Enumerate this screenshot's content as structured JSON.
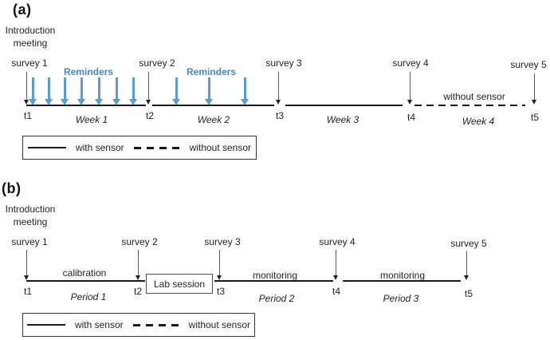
{
  "colors": {
    "reminder_text_blue": "#4a86c8",
    "reminder_arrow_blue": "#5b9bd5",
    "timeline_black": "#1a1a1a"
  },
  "legend": {
    "with_sensor": "with sensor",
    "without_sensor": "without sensor"
  },
  "panel_a": {
    "label": "(a)",
    "intro_line1": "Introduction",
    "intro_line2": "meeting",
    "reminders_label": "Reminders",
    "surveys": [
      "survey 1",
      "survey 2",
      "survey 3",
      "survey 4",
      "survey 5"
    ],
    "ticks": [
      "t1",
      "t2",
      "t3",
      "t4",
      "t5"
    ],
    "segments": [
      {
        "label": "Week 1",
        "line": "solid"
      },
      {
        "label": "Week 2",
        "line": "solid"
      },
      {
        "label": "Week 3",
        "line": "solid"
      },
      {
        "label": "Week 4",
        "line": "dashed",
        "annotation": "without sensor"
      }
    ],
    "reminder_arrow_counts": [
      7,
      3
    ]
  },
  "panel_b": {
    "label": "(b)",
    "intro_line1": "Introduction",
    "intro_line2": "meeting",
    "lab_session": "Lab session",
    "surveys": [
      "survey 1",
      "survey 2",
      "survey 3",
      "survey 4",
      "survey 5"
    ],
    "ticks": [
      "t1",
      "t2",
      "t3",
      "t4",
      "t5"
    ],
    "segments": [
      {
        "label": "Period 1",
        "line": "solid",
        "annotation": "calibration"
      },
      {
        "label": "Period 2",
        "line": "solid",
        "annotation": "monitoring"
      },
      {
        "label": "Period 3",
        "line": "solid",
        "annotation": "monitoring"
      }
    ]
  }
}
